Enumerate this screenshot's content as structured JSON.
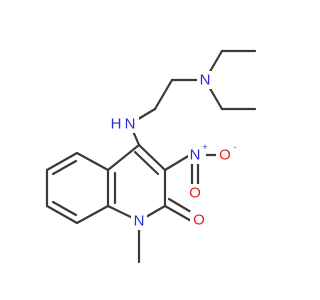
{
  "colors": {
    "bond": "#3a3a3a",
    "nitrogen": "#2b2bd9",
    "oxygen": "#e32020",
    "background": "#ffffff"
  },
  "atoms": {
    "n_amine": {
      "symbol": "N"
    },
    "n_amino": {
      "symbol": "N",
      "hydrogen": "H"
    },
    "n_nitro": {
      "symbol": "N",
      "charge": "+"
    },
    "o_nitro_double": {
      "symbol": "O"
    },
    "o_nitro_minus": {
      "symbol": "O",
      "charge": "-"
    },
    "n_ring": {
      "symbol": "N"
    },
    "o_carbonyl": {
      "symbol": "O"
    }
  }
}
